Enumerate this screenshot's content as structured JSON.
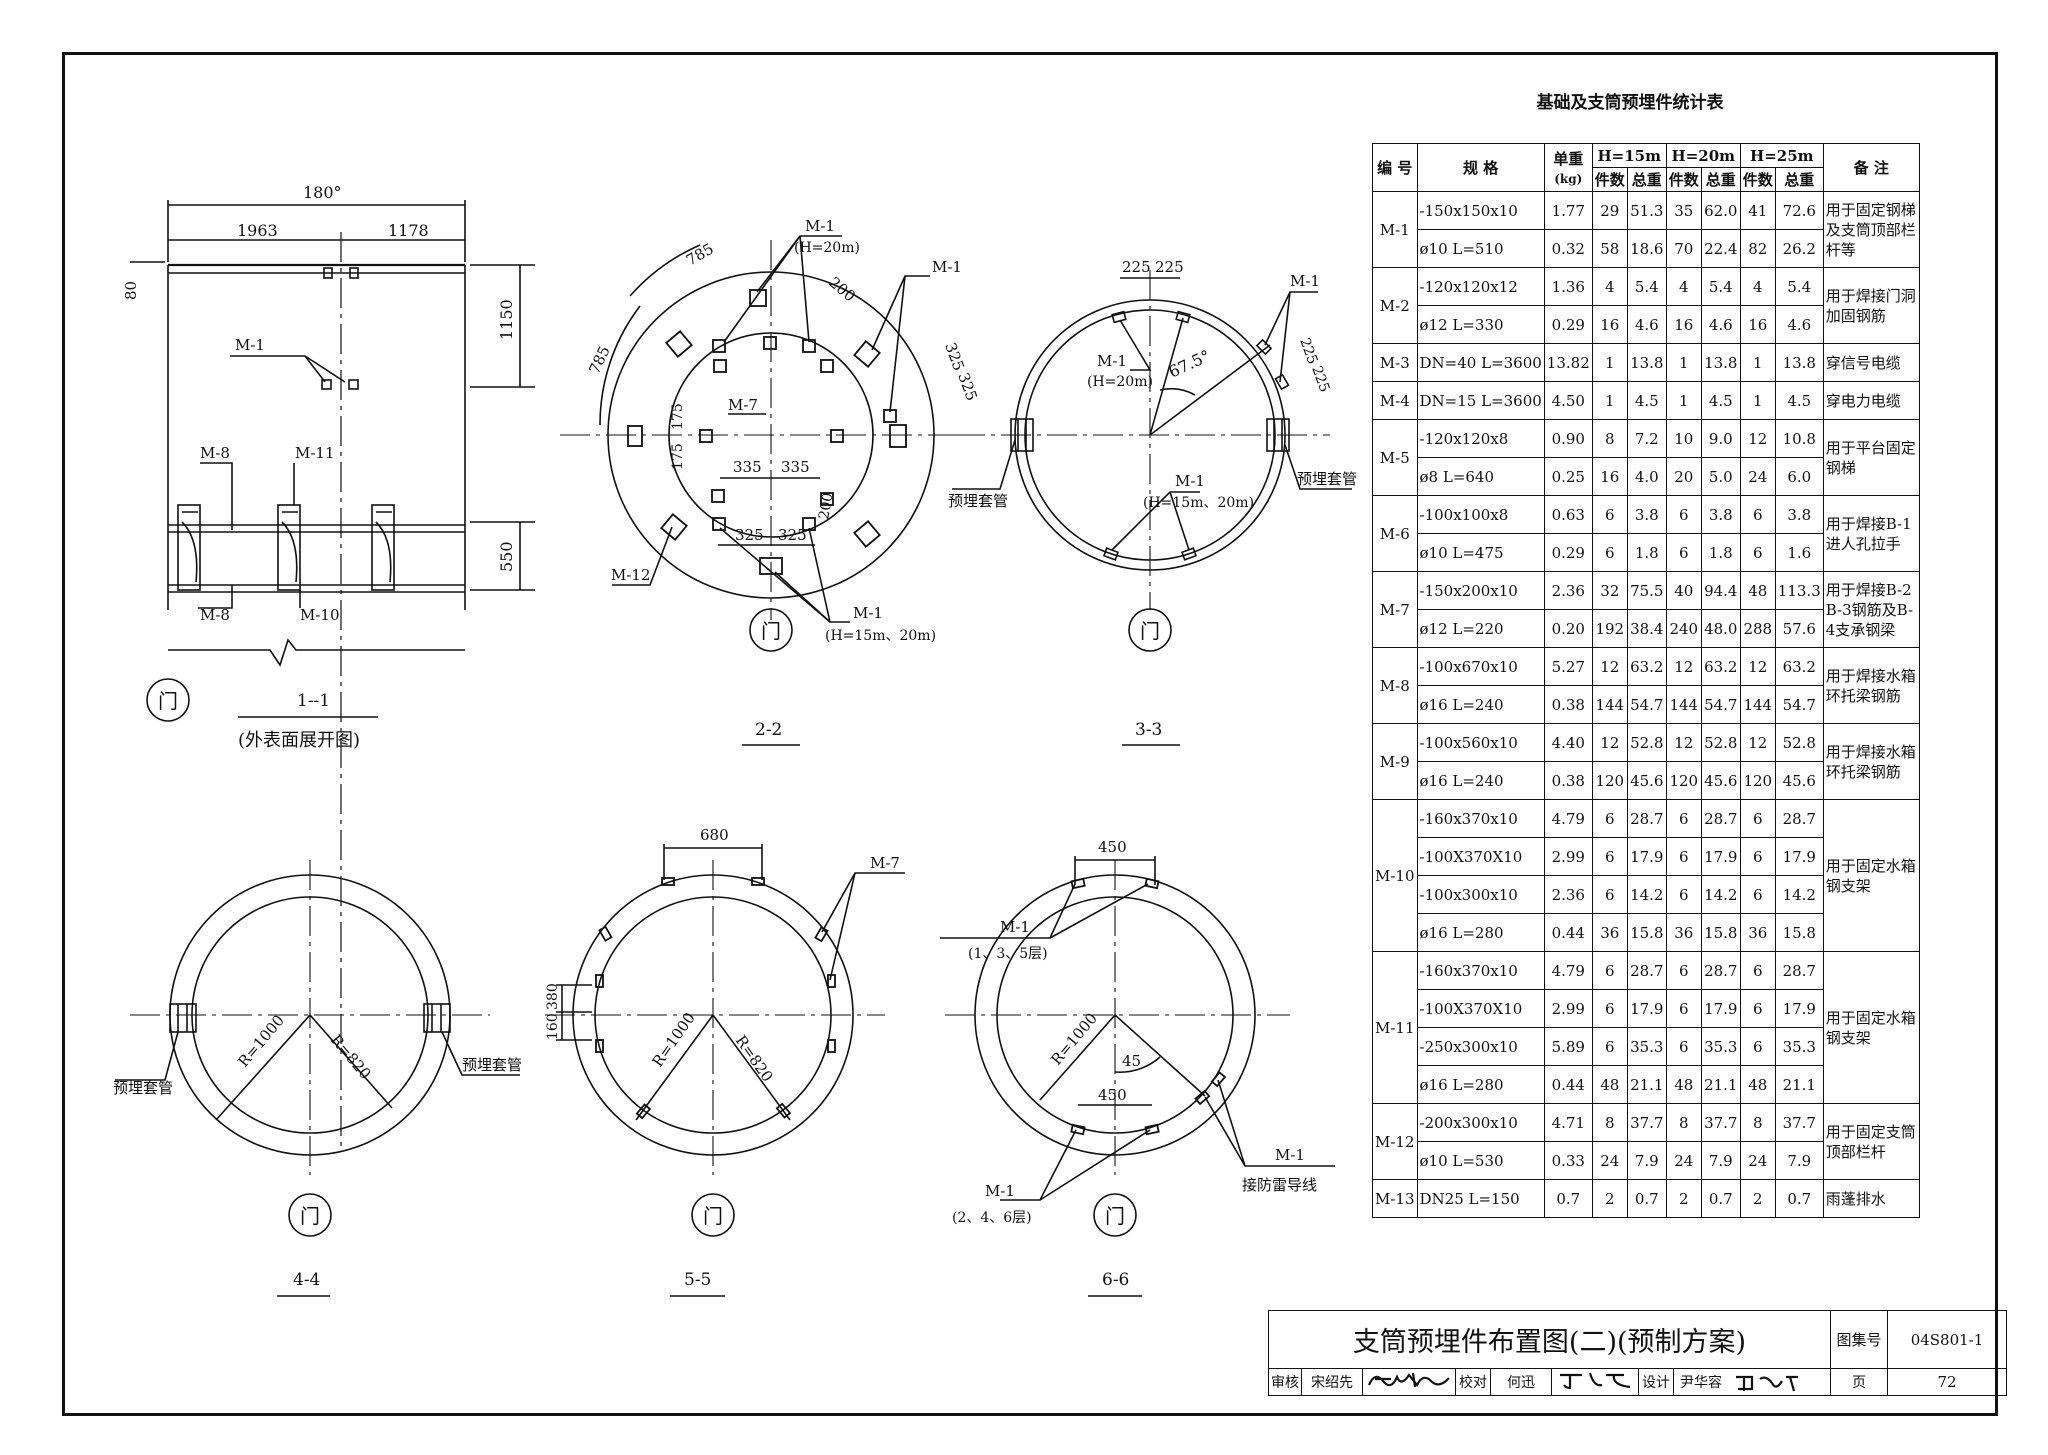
{
  "table": {
    "title": "基础及支筒预埋件统计表",
    "headers": {
      "no": "编 号",
      "spec": "规 格",
      "unit_weight": "单重",
      "unit": "(kg)",
      "h15": "H=15m",
      "h20": "H=20m",
      "h25": "H=25m",
      "count": "件数",
      "total": "总重",
      "note": "备 注"
    },
    "groups": [
      {
        "id": "M-1",
        "note": "用于固定钢梯及支筒顶部栏杆等",
        "rows": [
          {
            "spec": "-150x150x10",
            "w": "1.77",
            "c15": "29",
            "t15": "51.3",
            "c20": "35",
            "t20": "62.0",
            "c25": "41",
            "t25": "72.6"
          },
          {
            "spec": "ø10  L=510",
            "w": "0.32",
            "c15": "58",
            "t15": "18.6",
            "c20": "70",
            "t20": "22.4",
            "c25": "82",
            "t25": "26.2"
          }
        ]
      },
      {
        "id": "M-2",
        "note": "用于焊接门洞加固钢筋",
        "rows": [
          {
            "spec": "-120x120x12",
            "w": "1.36",
            "c15": "4",
            "t15": "5.4",
            "c20": "4",
            "t20": "5.4",
            "c25": "4",
            "t25": "5.4"
          },
          {
            "spec": "ø12  L=330",
            "w": "0.29",
            "c15": "16",
            "t15": "4.6",
            "c20": "16",
            "t20": "4.6",
            "c25": "16",
            "t25": "4.6"
          }
        ]
      },
      {
        "id": "M-3",
        "note": "穿信号电缆",
        "rows": [
          {
            "spec": "DN=40 L=3600",
            "w": "13.82",
            "c15": "1",
            "t15": "13.8",
            "c20": "1",
            "t20": "13.8",
            "c25": "1",
            "t25": "13.8"
          }
        ]
      },
      {
        "id": "M-4",
        "note": "穿电力电缆",
        "rows": [
          {
            "spec": "DN=15 L=3600",
            "w": "4.50",
            "c15": "1",
            "t15": "4.5",
            "c20": "1",
            "t20": "4.5",
            "c25": "1",
            "t25": "4.5"
          }
        ]
      },
      {
        "id": "M-5",
        "note": "用于平台固定钢梯",
        "rows": [
          {
            "spec": "-120x120x8",
            "w": "0.90",
            "c15": "8",
            "t15": "7.2",
            "c20": "10",
            "t20": "9.0",
            "c25": "12",
            "t25": "10.8"
          },
          {
            "spec": "ø8  L=640",
            "w": "0.25",
            "c15": "16",
            "t15": "4.0",
            "c20": "20",
            "t20": "5.0",
            "c25": "24",
            "t25": "6.0"
          }
        ]
      },
      {
        "id": "M-6",
        "note": "用于焊接B-1进人孔拉手",
        "rows": [
          {
            "spec": "-100x100x8",
            "w": "0.63",
            "c15": "6",
            "t15": "3.8",
            "c20": "6",
            "t20": "3.8",
            "c25": "6",
            "t25": "3.8"
          },
          {
            "spec": "ø10  L=475",
            "w": "0.29",
            "c15": "6",
            "t15": "1.8",
            "c20": "6",
            "t20": "1.8",
            "c25": "6",
            "t25": "1.6"
          }
        ]
      },
      {
        "id": "M-7",
        "note": "用于焊接B-2 B-3钢筋及B-4支承钢梁",
        "rows": [
          {
            "spec": "-150x200x10",
            "w": "2.36",
            "c15": "32",
            "t15": "75.5",
            "c20": "40",
            "t20": "94.4",
            "c25": "48",
            "t25": "113.3"
          },
          {
            "spec": "ø12  L=220",
            "w": "0.20",
            "c15": "192",
            "t15": "38.4",
            "c20": "240",
            "t20": "48.0",
            "c25": "288",
            "t25": "57.6"
          }
        ]
      },
      {
        "id": "M-8",
        "note": "用于焊接水箱环托梁钢筋",
        "rows": [
          {
            "spec": "-100x670x10",
            "w": "5.27",
            "c15": "12",
            "t15": "63.2",
            "c20": "12",
            "t20": "63.2",
            "c25": "12",
            "t25": "63.2"
          },
          {
            "spec": "ø16  L=240",
            "w": "0.38",
            "c15": "144",
            "t15": "54.7",
            "c20": "144",
            "t20": "54.7",
            "c25": "144",
            "t25": "54.7"
          }
        ]
      },
      {
        "id": "M-9",
        "note": "用于焊接水箱环托梁钢筋",
        "rows": [
          {
            "spec": "-100x560x10",
            "w": "4.40",
            "c15": "12",
            "t15": "52.8",
            "c20": "12",
            "t20": "52.8",
            "c25": "12",
            "t25": "52.8"
          },
          {
            "spec": "ø16  L=240",
            "w": "0.38",
            "c15": "120",
            "t15": "45.6",
            "c20": "120",
            "t20": "45.6",
            "c25": "120",
            "t25": "45.6"
          }
        ]
      },
      {
        "id": "M-10",
        "note": "用于固定水箱钢支架",
        "rows": [
          {
            "spec": "-160x370x10",
            "w": "4.79",
            "c15": "6",
            "t15": "28.7",
            "c20": "6",
            "t20": "28.7",
            "c25": "6",
            "t25": "28.7"
          },
          {
            "spec": "-100X370X10",
            "w": "2.99",
            "c15": "6",
            "t15": "17.9",
            "c20": "6",
            "t20": "17.9",
            "c25": "6",
            "t25": "17.9"
          },
          {
            "spec": "-100x300x10",
            "w": "2.36",
            "c15": "6",
            "t15": "14.2",
            "c20": "6",
            "t20": "14.2",
            "c25": "6",
            "t25": "14.2"
          },
          {
            "spec": "ø16  L=280",
            "w": "0.44",
            "c15": "36",
            "t15": "15.8",
            "c20": "36",
            "t20": "15.8",
            "c25": "36",
            "t25": "15.8"
          }
        ]
      },
      {
        "id": "M-11",
        "note": "用于固定水箱钢支架",
        "rows": [
          {
            "spec": "-160x370x10",
            "w": "4.79",
            "c15": "6",
            "t15": "28.7",
            "c20": "6",
            "t20": "28.7",
            "c25": "6",
            "t25": "28.7"
          },
          {
            "spec": "-100X370X10",
            "w": "2.99",
            "c15": "6",
            "t15": "17.9",
            "c20": "6",
            "t20": "17.9",
            "c25": "6",
            "t25": "17.9"
          },
          {
            "spec": "-250x300x10",
            "w": "5.89",
            "c15": "6",
            "t15": "35.3",
            "c20": "6",
            "t20": "35.3",
            "c25": "6",
            "t25": "35.3"
          },
          {
            "spec": "ø16  L=280",
            "w": "0.44",
            "c15": "48",
            "t15": "21.1",
            "c20": "48",
            "t20": "21.1",
            "c25": "48",
            "t25": "21.1"
          }
        ]
      },
      {
        "id": "M-12",
        "note": "用于固定支筒顶部栏杆",
        "rows": [
          {
            "spec": "-200x300x10",
            "w": "4.71",
            "c15": "8",
            "t15": "37.7",
            "c20": "8",
            "t20": "37.7",
            "c25": "8",
            "t25": "37.7"
          },
          {
            "spec": "ø10  L=530",
            "w": "0.33",
            "c15": "24",
            "t15": "7.9",
            "c20": "24",
            "t20": "7.9",
            "c25": "24",
            "t25": "7.9"
          }
        ]
      },
      {
        "id": "M-13",
        "note": "雨蓬排水",
        "rows": [
          {
            "spec": "DN25 L=150",
            "w": "0.7",
            "c15": "2",
            "t15": "0.7",
            "c20": "2",
            "t20": "0.7",
            "c25": "2",
            "t25": "0.7"
          }
        ]
      }
    ]
  },
  "title_block": {
    "title": "支筒预埋件布置图(二)(预制方案)",
    "atlas_label": "图集号",
    "atlas_no": "04S801-1",
    "review_label": "审核",
    "reviewer": "宋绍先",
    "check_label": "校对",
    "checker": "何迅",
    "design_label": "设计",
    "designer": "尹华容",
    "page_label": "页",
    "page_no": "72",
    "signatures": [
      "宋绍先",
      "何迅",
      "尹华容"
    ]
  },
  "views": {
    "v11": {
      "angle": "180°",
      "dim_left": "1963",
      "dim_right": "1178",
      "dim_top": "80",
      "dim_upper": "1150",
      "dim_lower": "550",
      "m1": "M-1",
      "m8_top": "M-8",
      "m11": "M-11",
      "m8_bot": "M-8",
      "m10": "M-10",
      "door": "门",
      "section": "1--1",
      "caption": "(外表面展开图)"
    },
    "v22": {
      "m1_h20": "M-1",
      "m1_h20_note": "(H=20m)",
      "m1_right": "M-1",
      "d200_top": "200",
      "d785_a": "785",
      "d785_b": "785",
      "d325_a": "325",
      "d325_b": "325",
      "m7": "M-7",
      "d175_a": "175",
      "d175_b": "175",
      "d335_a": "335",
      "d335_b": "335",
      "d325_c": "325",
      "d325_d": "325",
      "d200_bot": "200",
      "m12": "M-12",
      "m1_bot": "M-1",
      "m1_bot_note": "(H=15m、20m)",
      "door": "门",
      "section": "2-2"
    },
    "v33": {
      "d225_a": "225",
      "d225_b": "225",
      "m1_top": "M-1",
      "m1_left": "M-1",
      "m1_left_note": "(H=20m)",
      "angle": "67.5°",
      "d225_c": "225",
      "d225_d": "225",
      "m1_bot": "M-1",
      "m1_bot_note": "(H=15m、20m)",
      "sleeve_left": "预埋套管",
      "sleeve_right": "预埋套管",
      "door": "门",
      "section": "3-3"
    },
    "v44": {
      "r_outer": "R=1000",
      "r_inner": "R=820",
      "sleeve_left": "预埋套管",
      "sleeve_right": "预埋套管",
      "door": "门",
      "section": "4-4"
    },
    "v55": {
      "d680": "680",
      "m7": "M-7",
      "d160": "160",
      "d380": "380",
      "r_outer": "R=1000",
      "r_inner": "R=820",
      "door": "门",
      "section": "5-5"
    },
    "v66": {
      "d450_top": "450",
      "m1_top": "M-1",
      "m1_top_note": "(1、3、5层)",
      "r_outer": "R=1000",
      "d45": "45",
      "d450_bot": "450",
      "m1_bl": "M-1",
      "m1_bl_note": "(2、4、6层)",
      "m1_br": "M-1",
      "lightning": "接防雷导线",
      "door": "门",
      "section": "6-6"
    }
  }
}
